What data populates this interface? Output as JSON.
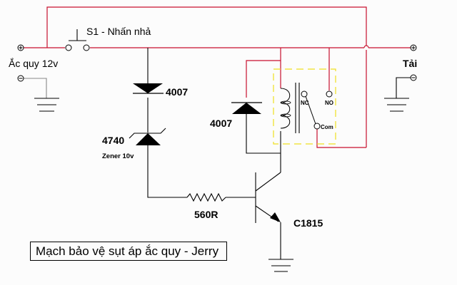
{
  "title": "Mạch bảo vệ sụt áp ắc quy - Jerry",
  "colors": {
    "power_wire": "#c8102e",
    "signal_wire": "#000000",
    "ground_wire": "#888888",
    "relay_outline": "#f0e020",
    "background": "#fcfcfc"
  },
  "components": {
    "battery": {
      "label": "Ắc quy 12v",
      "plus_symbol": "+",
      "minus_symbol": "−"
    },
    "switch": {
      "label": "S1 - Nhấn nhả"
    },
    "load": {
      "label": "Tải",
      "plus_symbol": "+",
      "minus_symbol": "−"
    },
    "diode_series": {
      "label": "4007"
    },
    "diode_flyback": {
      "label": "4007"
    },
    "zener": {
      "label": "4740",
      "sublabel": "Zener 10v"
    },
    "resistor": {
      "label": "560R"
    },
    "transistor": {
      "label": "C1815"
    },
    "relay": {
      "nc_label": "NC",
      "no_label": "NO",
      "com_label": "Com"
    }
  }
}
